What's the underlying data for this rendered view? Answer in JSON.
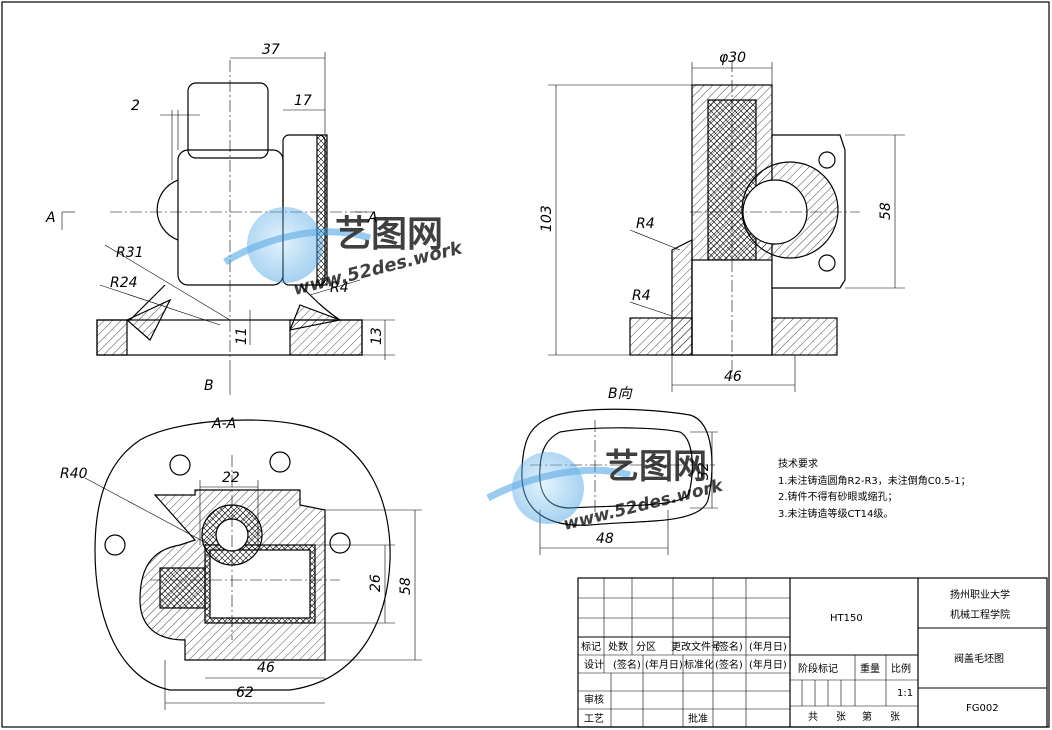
{
  "drawing": {
    "views": {
      "front": {
        "section_marker": "A",
        "dims": {
          "d37": "37",
          "d17": "17",
          "d2": "2",
          "r31": "R31",
          "r24": "R24",
          "r4": "R4",
          "d11": "11",
          "d13": "13"
        },
        "view_marker": "B"
      },
      "side": {
        "dims": {
          "dia30": "φ30",
          "d103": "103",
          "d58": "58",
          "d46": "46",
          "r4a": "R4",
          "r4b": "R4"
        }
      },
      "section": {
        "title": "A-A",
        "dims": {
          "r40": "R40",
          "d22": "22",
          "d26": "26",
          "d58": "58",
          "d46": "46",
          "d62": "62"
        }
      },
      "bview": {
        "title": "B向",
        "dims": {
          "d32": "32",
          "d48": "48"
        }
      }
    },
    "requirements": {
      "title": "技术要求",
      "items": [
        "1.未注铸造圆角R2-R3，未注倒角C0.5-1；",
        "2.铸件不得有砂眼或缩孔；",
        "3.未注铸造等级CT14级。"
      ]
    },
    "title_block": {
      "material": "HT150",
      "school_line1": "扬州职业大学",
      "school_line2": "机械工程学院",
      "part_name": "阀盖毛坯图",
      "drawing_no": "FG002",
      "scale": "1:1",
      "headers": {
        "mark": "标记",
        "count": "处数",
        "zone": "分区",
        "change_doc": "更改文件号",
        "sign": "(签名)",
        "date": "(年月日)",
        "design": "设计",
        "std": "标准化",
        "stage": "阶段标记",
        "weight": "重量",
        "ratio": "比例",
        "review": "审核",
        "process": "工艺",
        "approve": "批准",
        "total": "共",
        "sheets": "张",
        "sheet_no": "第",
        "sheet_of": "张"
      }
    },
    "watermark": {
      "brand": "艺图网",
      "site": "www.52des.work"
    }
  }
}
